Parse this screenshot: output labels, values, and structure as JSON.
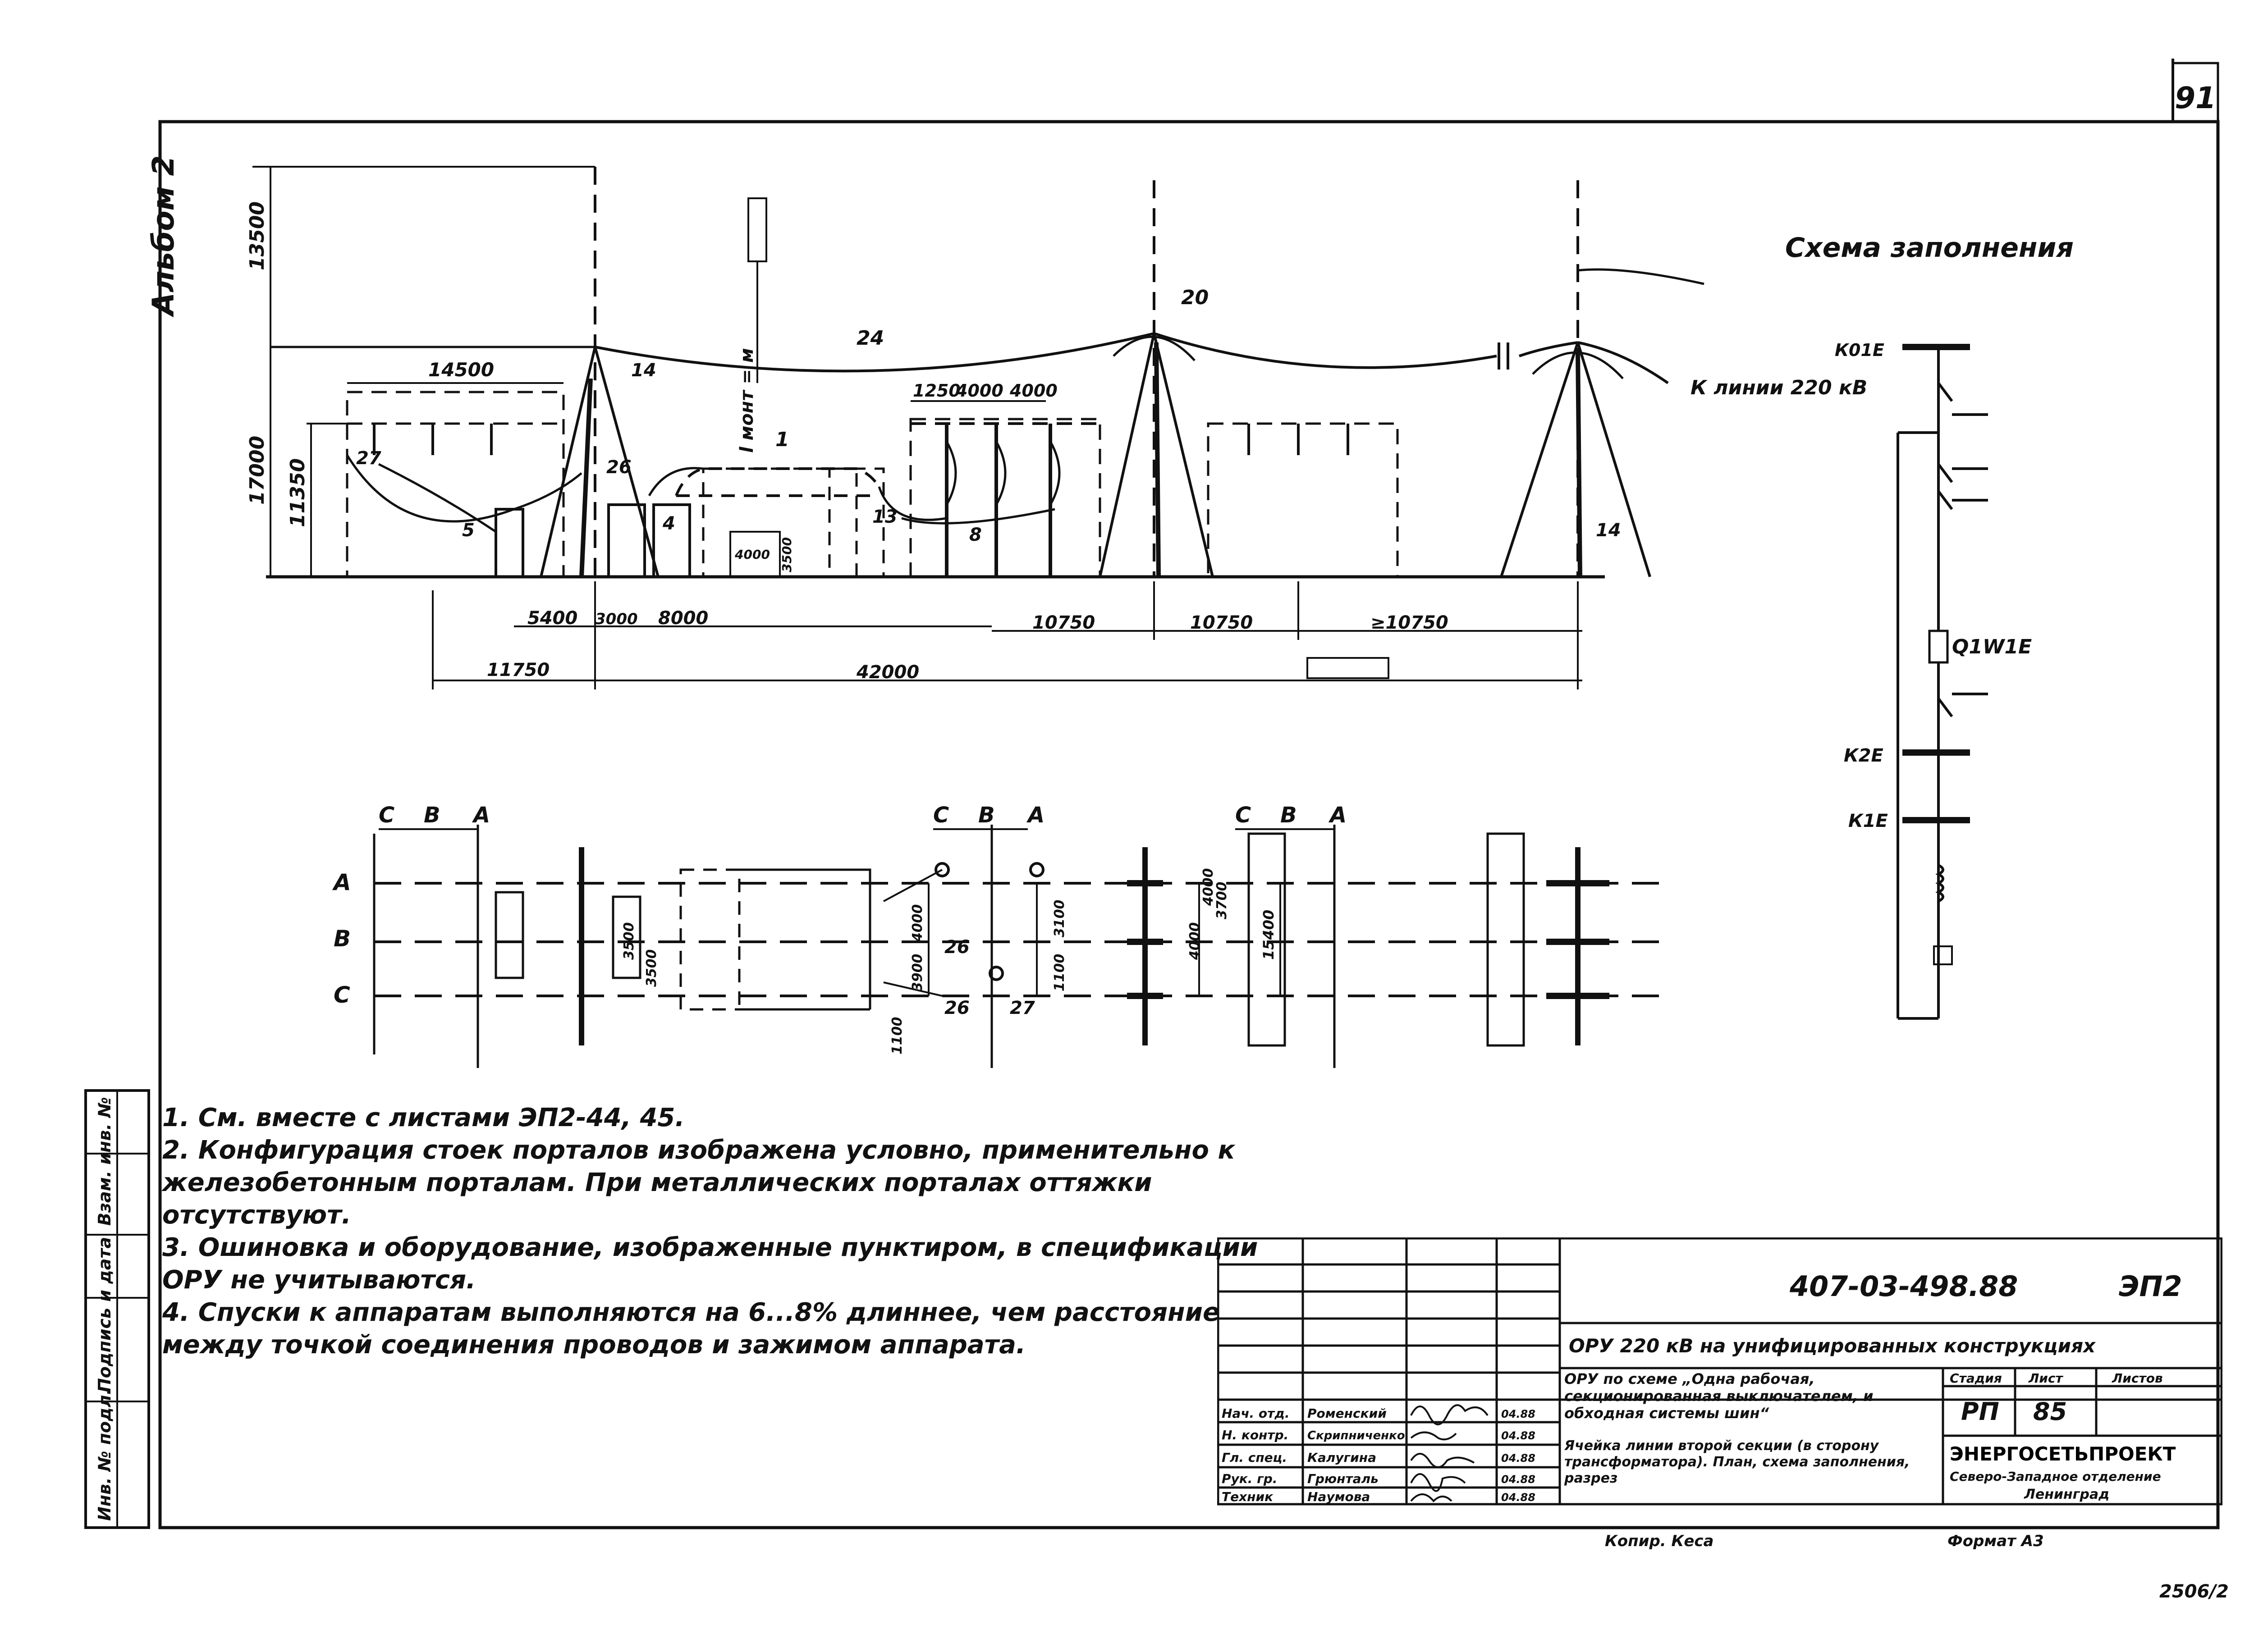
{
  "sheet": {
    "page_number": "91",
    "album": "Альбом 2",
    "bottom_right_code": "2506/2"
  },
  "elevation": {
    "label_mount": "l монт = м",
    "dims_vertical": [
      "13500",
      "17000",
      "11350"
    ],
    "dims_horizontal_top": [
      "14500",
      "1250",
      "4000",
      "4000"
    ],
    "dims_horizontal_bottom_row1": [
      "5400",
      "3000",
      "8000",
      "10750",
      "10750",
      "≥10750"
    ],
    "dims_horizontal_bottom_row2": [
      "11750",
      "42000"
    ],
    "small_dims": [
      "4000",
      "3500"
    ],
    "callouts": [
      "24",
      "20",
      "1",
      "14",
      "27",
      "26",
      "5",
      "4",
      "13",
      "8",
      "14"
    ],
    "line_label": "К линии 220 кВ"
  },
  "plan": {
    "phase_groups": [
      [
        "С",
        "В",
        "А"
      ],
      [
        "С",
        "В",
        "А"
      ],
      [
        "С",
        "В",
        "А"
      ]
    ],
    "phase_rows": [
      "А",
      "В",
      "С"
    ],
    "dims": [
      "3500",
      "3500",
      "4000",
      "3900",
      "3100",
      "1100",
      "1100",
      "4000",
      "4000",
      "3700",
      "15400"
    ],
    "callouts": [
      "26",
      "26",
      "27"
    ]
  },
  "scheme": {
    "title": "Схема заполнения",
    "labels": [
      "К01Е",
      "Q1W1E",
      "К2Е",
      "К1Е"
    ]
  },
  "side_stamp": [
    "Инв. № подл.",
    "Подпись и дата",
    "Взам. инв. №"
  ],
  "notes": [
    "1. См. вместе с листами ЭП2-44, 45.",
    "2. Конфигурация стоек порталов изображена условно, применительно к железобетонным порталам. При металлических порталах оттяжки отсутствуют.",
    "3. Ошиновка и оборудование, изображенные пунктиром, в спецификации ОРУ не учитываются.",
    "4. Спуски к аппаратам выполняются на 6...8% длиннее, чем расстояние между точкой соединения проводов и зажимом аппарата."
  ],
  "title_block": {
    "doc_code": "407-03-498.88",
    "sheet_code": "ЭП2",
    "project": "ОРУ 220 кВ на унифицированных конструкциях",
    "description": "ОРУ по схеме „Одна рабочая, секционированная выключателем, и обходная системы шин“",
    "drawing_title": "Ячейка линии второй секции (в сторону трансформатора). План, схема заполнения, разрез",
    "stage_header": "Стадия",
    "sheet_header": "Лист",
    "sheets_header": "Листов",
    "stage": "РП",
    "sheet": "85",
    "org_name": "ЭНЕРГОСЕТЬПРОЕКТ",
    "org_branch": "Северо-Западное отделение",
    "org_city": "Ленинград",
    "copied": "Копир. Кеса",
    "format": "Формат А3",
    "staff": [
      {
        "role": "Нач. отд.",
        "name": "Роменский",
        "date": "04.88"
      },
      {
        "role": "Н. контр.",
        "name": "Скрипниченко",
        "date": "04.88"
      },
      {
        "role": "Гл. спец.",
        "name": "Калугина",
        "date": "04.88"
      },
      {
        "role": "Рук. гр.",
        "name": "Грюнталь",
        "date": "04.88"
      },
      {
        "role": "Техник",
        "name": "Наумова",
        "date": "04.88"
      }
    ]
  }
}
